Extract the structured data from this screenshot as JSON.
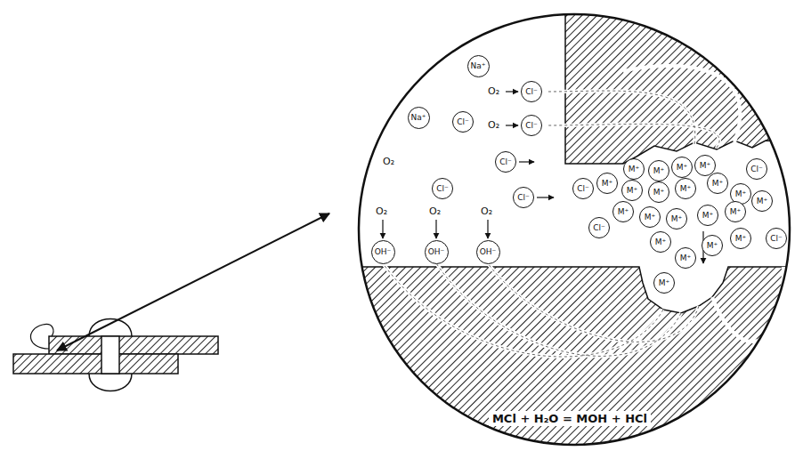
{
  "diagram": {
    "nodes": [
      {
        "text": [
          "Na⁺"
        ]
      },
      {
        "text": [
          "Cl⁻"
        ]
      },
      {
        "text": [
          "Na⁺"
        ]
      },
      {
        "text": [
          "Cl⁻"
        ]
      },
      {
        "text": [
          "Cl⁻"
        ]
      },
      {
        "text": [
          "Cl⁻"
        ]
      },
      {
        "text": [
          "Cl⁻"
        ]
      },
      {
        "text": [
          "Cl⁻"
        ]
      },
      {
        "text": [
          "OH⁻"
        ]
      },
      {
        "text": [
          "OH⁻"
        ]
      },
      {
        "text": [
          "OH⁻"
        ]
      },
      {
        "text": [
          "M⁺"
        ]
      },
      {
        "text": [
          "M⁺"
        ]
      },
      {
        "text": [
          "M⁺"
        ]
      },
      {
        "text": [
          "M⁺"
        ]
      },
      {
        "text": [
          "Cl⁻"
        ]
      },
      {
        "text": [
          "M⁺"
        ]
      },
      {
        "text": [
          "M⁺"
        ]
      },
      {
        "text": [
          "M⁺"
        ]
      },
      {
        "text": [
          "M⁺"
        ]
      },
      {
        "text": [
          "M⁺"
        ]
      },
      {
        "text": [
          "Cl⁻"
        ]
      },
      {
        "text": [
          "M⁺"
        ]
      },
      {
        "text": [
          "M⁺"
        ]
      },
      {
        "text": [
          "M⁺"
        ]
      },
      {
        "text": [
          "M⁺"
        ]
      },
      {
        "text": [
          "M⁺"
        ]
      },
      {
        "text": [
          "Cl⁻"
        ]
      },
      {
        "text": [
          "M⁺"
        ]
      },
      {
        "text": [
          "M⁺"
        ]
      },
      {
        "text": [
          "M⁺"
        ]
      },
      {
        "text": [
          "M⁺"
        ]
      },
      {
        "text": [
          "M⁺"
        ]
      },
      {
        "text": [
          "Cl⁻"
        ]
      },
      {
        "text": [
          "M⁺"
        ]
      },
      {
        "text": [
          "M⁺"
        ]
      }
    ],
    "labels": [
      "O₂",
      "O₂",
      "O₂",
      "O₂",
      "O₂",
      "O₂",
      "MCl + H₂O = MOH + HCl"
    ]
  }
}
